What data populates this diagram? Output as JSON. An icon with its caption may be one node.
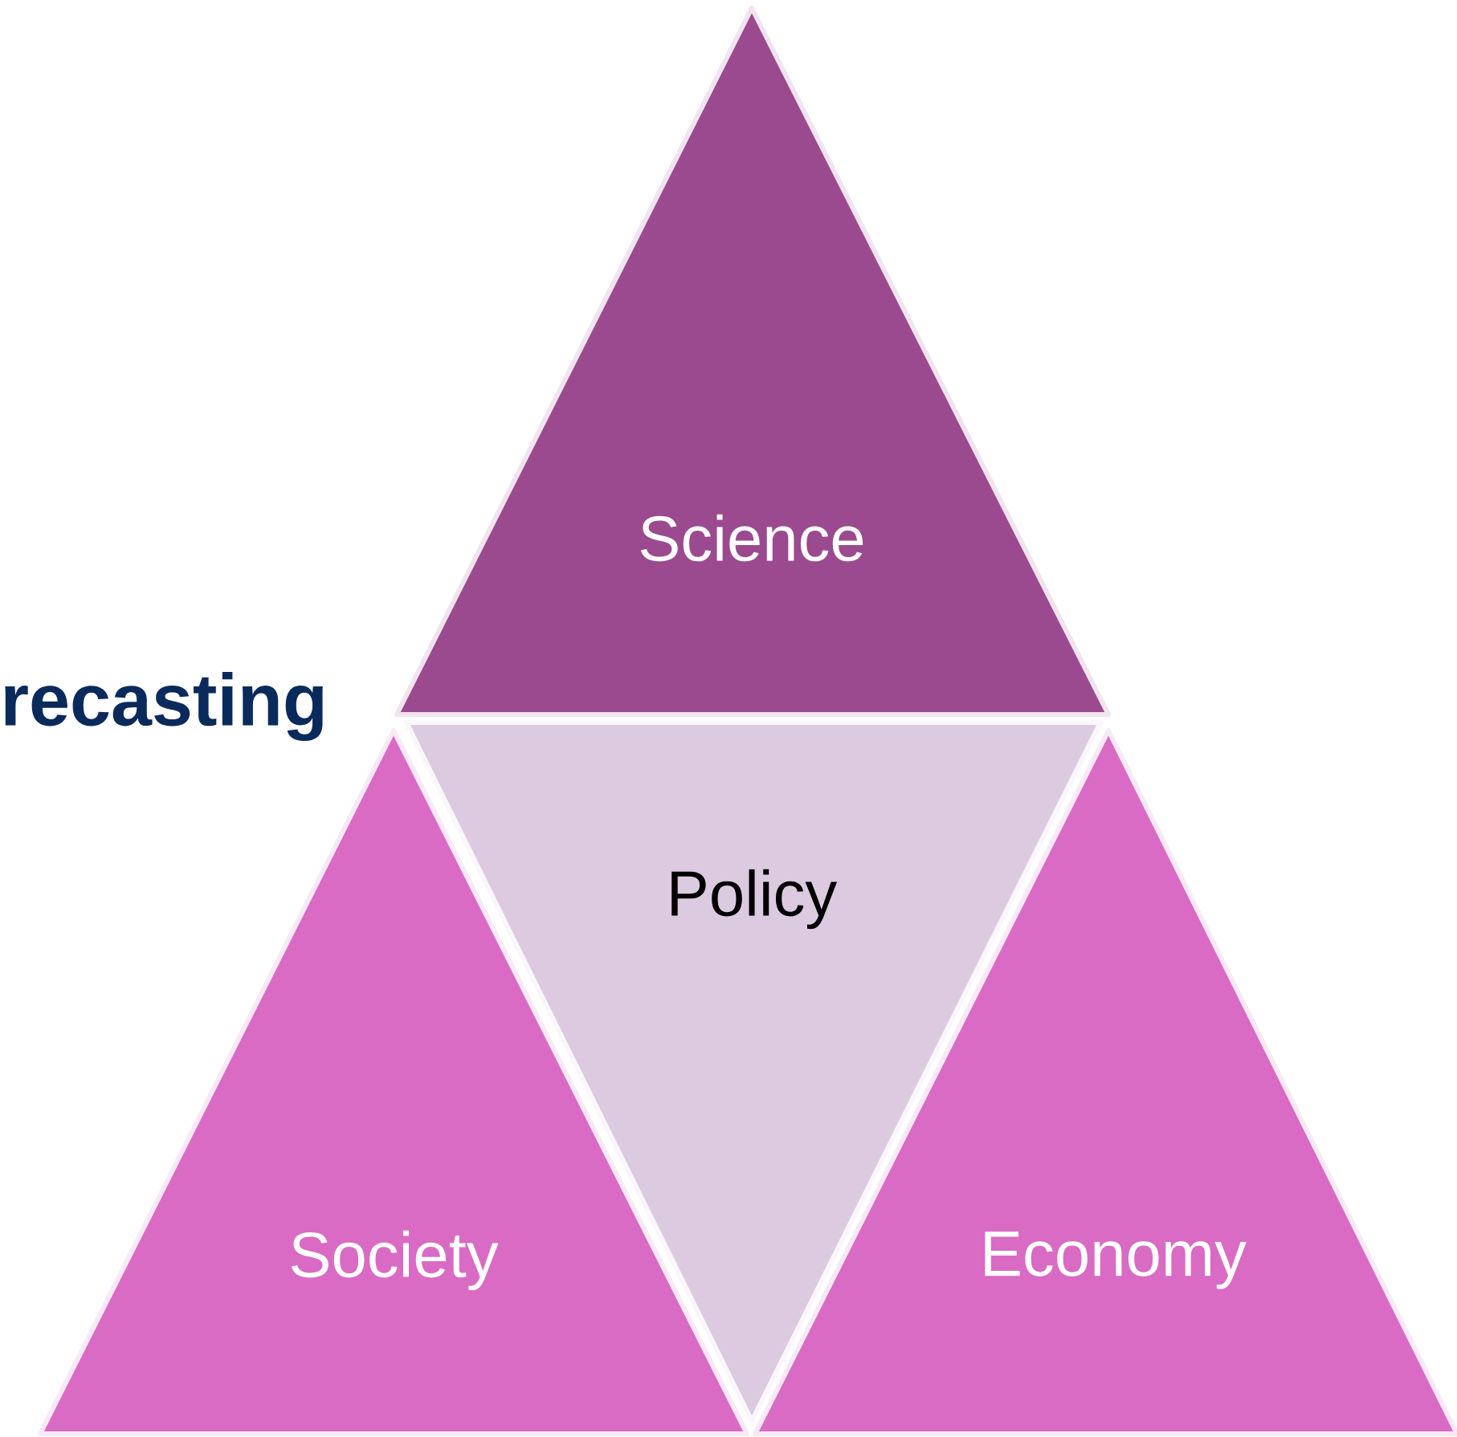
{
  "diagram": {
    "nodes": [
      {
        "text": [
          "Science"
        ]
      },
      {
        "text": [
          "Policy"
        ]
      },
      {
        "text": [
          "Society"
        ]
      },
      {
        "text": [
          "Economy"
        ]
      }
    ],
    "labels": [
      "recasting"
    ]
  }
}
